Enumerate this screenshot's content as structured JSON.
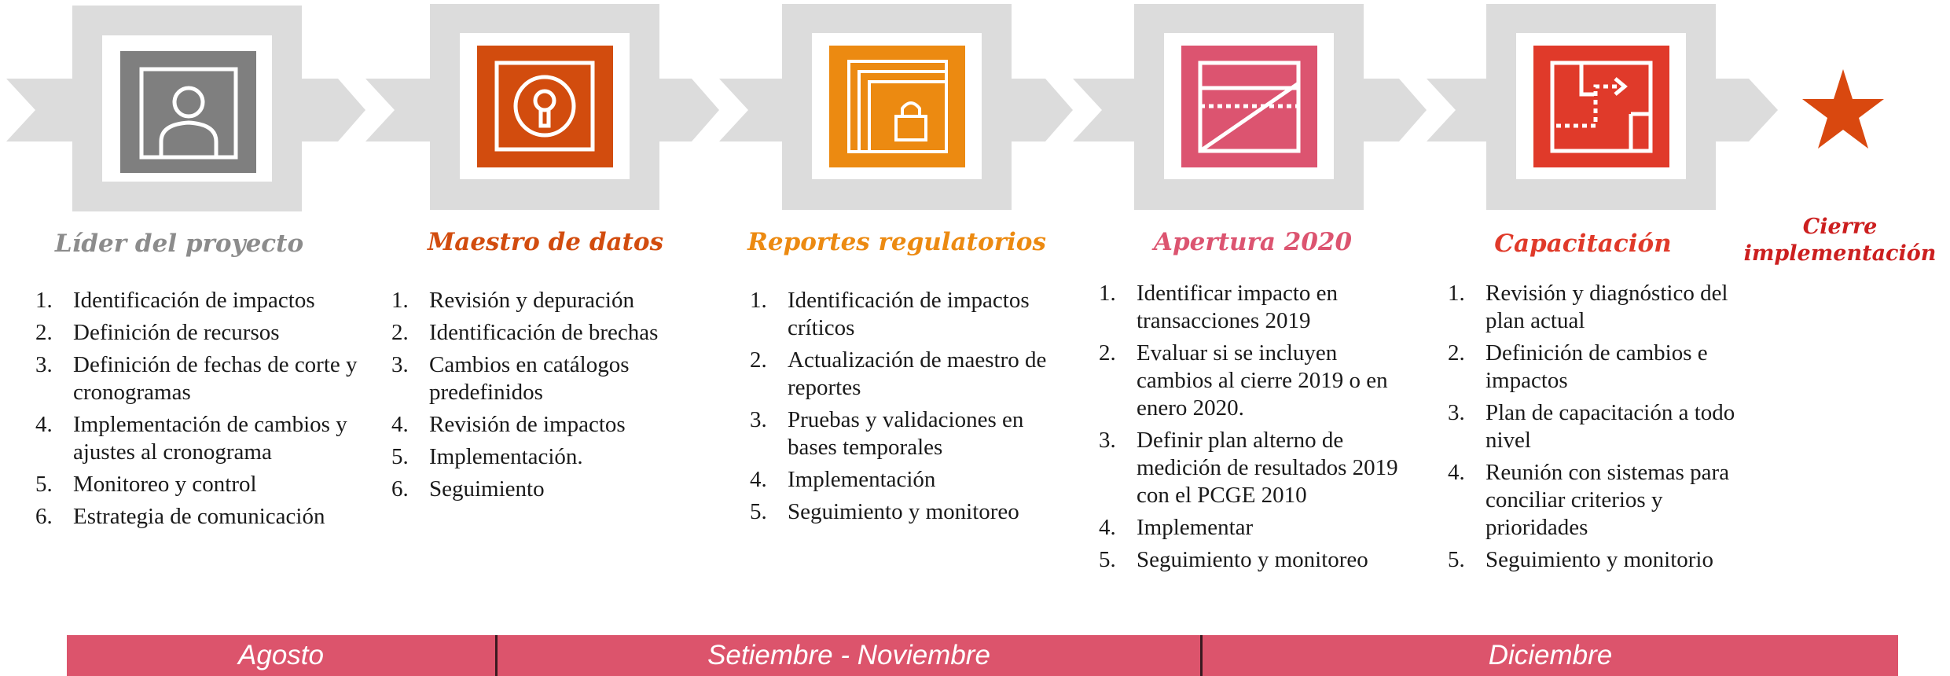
{
  "colors": {
    "gray_dark": "#7f7f7f",
    "gray_light": "#dcdcdc",
    "orange_dark": "#d24c0e",
    "orange": "#ec8a11",
    "pink": "#dc5470",
    "red": "#e03a2a",
    "star": "#d9480f",
    "timeline": "#dc546c"
  },
  "icons": [
    "person-icon",
    "keyhole-icon",
    "padlock-document-icon",
    "diagonal-split-icon",
    "floor-plan-route-icon",
    "star-icon"
  ],
  "phases": [
    {
      "title": "Líder del proyecto",
      "color": "#8c8c8c",
      "items": [
        "Identificación de impactos",
        "Definición de recursos",
        "Definición de fechas de corte y cronogramas",
        "Implementación de cambios y ajustes al cronograma",
        "Monitoreo y control",
        "Estrategia de comunicación"
      ]
    },
    {
      "title": "Maestro de datos",
      "color": "#d24c0e",
      "items": [
        "Revisión y depuración",
        "Identificación de brechas",
        "Cambios en catálogos predefinidos",
        "Revisión de impactos",
        "Implementación.",
        "Seguimiento"
      ]
    },
    {
      "title": "Reportes regulatorios",
      "color": "#ec8a11",
      "items": [
        "Identificación de impactos críticos",
        "Actualización de maestro de reportes",
        "Pruebas y validaciones en bases temporales",
        "Implementación",
        "Seguimiento y monitoreo"
      ]
    },
    {
      "title": "Apertura 2020",
      "color": "#dc5470",
      "items": [
        "Identificar impacto en transacciones 2019",
        "Evaluar si se incluyen cambios al cierre 2019 o en enero 2020.",
        "Definir plan alterno de medición de resultados 2019 con el PCGE 2010",
        "Implementar",
        "Seguimiento y monitoreo"
      ]
    },
    {
      "title": "Capacitación",
      "color": "#e03a2a",
      "items": [
        "Revisión y diagnóstico del plan actual",
        "Definición de cambios e impactos",
        "Plan de capacitación a todo nivel",
        "Reunión con sistemas para conciliar criterios y prioridades",
        "Seguimiento y monitorio"
      ]
    }
  ],
  "closing": {
    "line1": "Cierre",
    "line2": "implementación",
    "color": "#cc1f1f"
  },
  "timeline": {
    "periods": [
      "Agosto",
      "Setiembre - Noviembre",
      "Diciembre"
    ]
  }
}
